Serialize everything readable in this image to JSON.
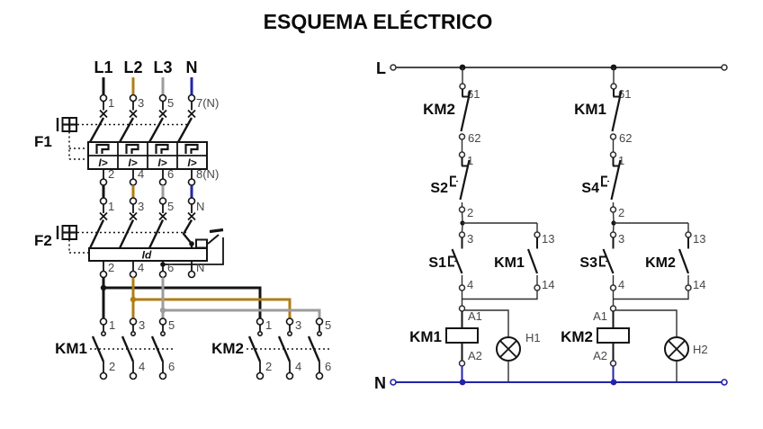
{
  "title": "ESQUEMA ELÉCTRICO",
  "colors": {
    "l1": "#141414",
    "l2": "#b07d15",
    "l3": "#9c9c9c",
    "neutral": "#2424a8",
    "line": "#2e2e2e"
  },
  "power": {
    "phases": [
      "L1",
      "L2",
      "L3",
      "N"
    ],
    "f1": {
      "label": "F1",
      "top": [
        "1",
        "3",
        "5",
        "7(N)"
      ],
      "bottom": [
        "2",
        "4",
        "6",
        "8(N)"
      ],
      "trip": "I>"
    },
    "f2": {
      "label": "F2",
      "top": [
        "1",
        "3",
        "5",
        "N"
      ],
      "bottom": [
        "2",
        "4",
        "6",
        "N"
      ],
      "diff": "Id"
    },
    "km1": {
      "label": "KM1",
      "top": [
        "1",
        "3",
        "5"
      ],
      "bottom": [
        "2",
        "4",
        "6"
      ]
    },
    "km2": {
      "label": "KM2",
      "top": [
        "1",
        "3",
        "5"
      ],
      "bottom": [
        "2",
        "4",
        "6"
      ]
    }
  },
  "control": {
    "line": "L",
    "neutral": "N",
    "branches": [
      {
        "interlock": "KM2",
        "i_top": "61",
        "i_bot": "62",
        "stop": "S2",
        "stop_top": "1",
        "stop_bot": "2",
        "start": "S1",
        "start_top": "3",
        "start_bot": "4",
        "seal": "KM1",
        "seal_top": "13",
        "seal_bot": "14",
        "coil": "KM1",
        "a1": "A1",
        "a2": "A2",
        "lamp": "H1"
      },
      {
        "interlock": "KM1",
        "i_top": "61",
        "i_bot": "62",
        "stop": "S4",
        "stop_top": "1",
        "stop_bot": "2",
        "start": "S3",
        "start_top": "3",
        "start_bot": "4",
        "seal": "KM2",
        "seal_top": "13",
        "seal_bot": "14",
        "coil": "KM2",
        "a1": "A1",
        "a2": "A2",
        "lamp": "H2"
      }
    ]
  }
}
